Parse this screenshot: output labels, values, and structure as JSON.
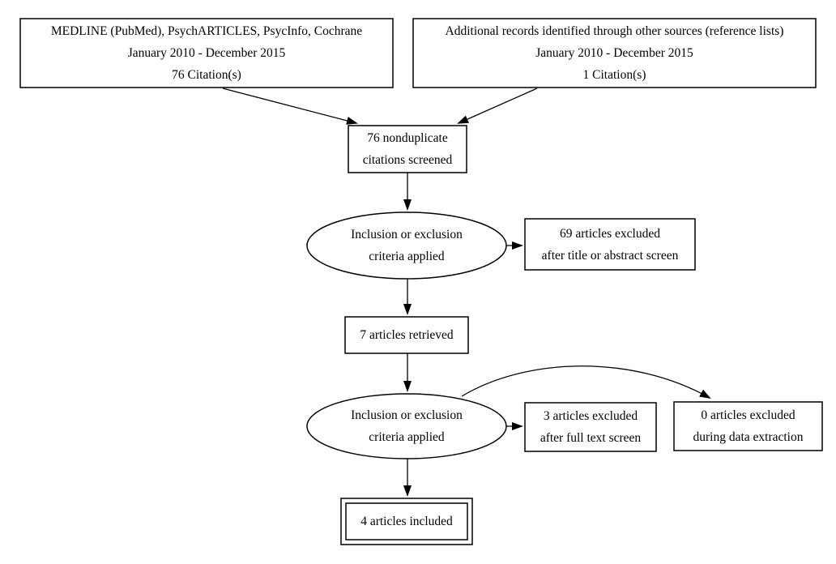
{
  "flowchart": {
    "background_color": "#ffffff",
    "line_color": "#000000",
    "text_color": "#000000",
    "node_fill_color": "#ffffff",
    "nodes": {
      "source_db": {
        "shape": "rectangle",
        "lines": [
          "MEDLINE (PubMed), PsychARTICLES, PsycInfo, Cochrane",
          "January 2010 - December 2015",
          "76 Citation(s)"
        ]
      },
      "source_other": {
        "shape": "rectangle",
        "lines": [
          "Additional records identified through other sources (reference lists)",
          "January 2010 - December 2015",
          "1 Citation(s)"
        ]
      },
      "screened": {
        "shape": "rectangle",
        "lines": [
          "76 nonduplicate",
          "citations screened"
        ]
      },
      "criteria_screen": {
        "shape": "ellipse",
        "lines": [
          "Inclusion or exclusion",
          "criteria applied"
        ]
      },
      "excluded_title_abstract": {
        "shape": "rectangle",
        "lines": [
          "69 articles excluded",
          "after title or abstract screen"
        ]
      },
      "retrieved": {
        "shape": "rectangle",
        "lines": [
          "7 articles retrieved"
        ]
      },
      "criteria_fulltext": {
        "shape": "ellipse",
        "lines": [
          "Inclusion or exclusion",
          "criteria applied"
        ]
      },
      "excluded_fulltext": {
        "shape": "rectangle",
        "lines": [
          "3 articles excluded",
          "after full text screen"
        ]
      },
      "excluded_extraction": {
        "shape": "rectangle",
        "lines": [
          "0 articles excluded",
          "during data extraction"
        ]
      },
      "included": {
        "shape": "double-rectangle",
        "lines": [
          "4 articles included"
        ]
      }
    },
    "edges": [
      {
        "from": "source_db",
        "to": "screened",
        "style": "straight-arrow"
      },
      {
        "from": "source_other",
        "to": "screened",
        "style": "straight-arrow"
      },
      {
        "from": "screened",
        "to": "criteria_screen",
        "style": "straight-arrow"
      },
      {
        "from": "criteria_screen",
        "to": "excluded_title_abstract",
        "style": "straight-arrow"
      },
      {
        "from": "criteria_screen",
        "to": "retrieved",
        "style": "straight-arrow"
      },
      {
        "from": "retrieved",
        "to": "criteria_fulltext",
        "style": "straight-arrow"
      },
      {
        "from": "criteria_fulltext",
        "to": "excluded_fulltext",
        "style": "straight-arrow"
      },
      {
        "from": "criteria_fulltext",
        "to": "excluded_extraction",
        "style": "curved-arrow"
      },
      {
        "from": "criteria_fulltext",
        "to": "included",
        "style": "straight-arrow"
      }
    ]
  }
}
